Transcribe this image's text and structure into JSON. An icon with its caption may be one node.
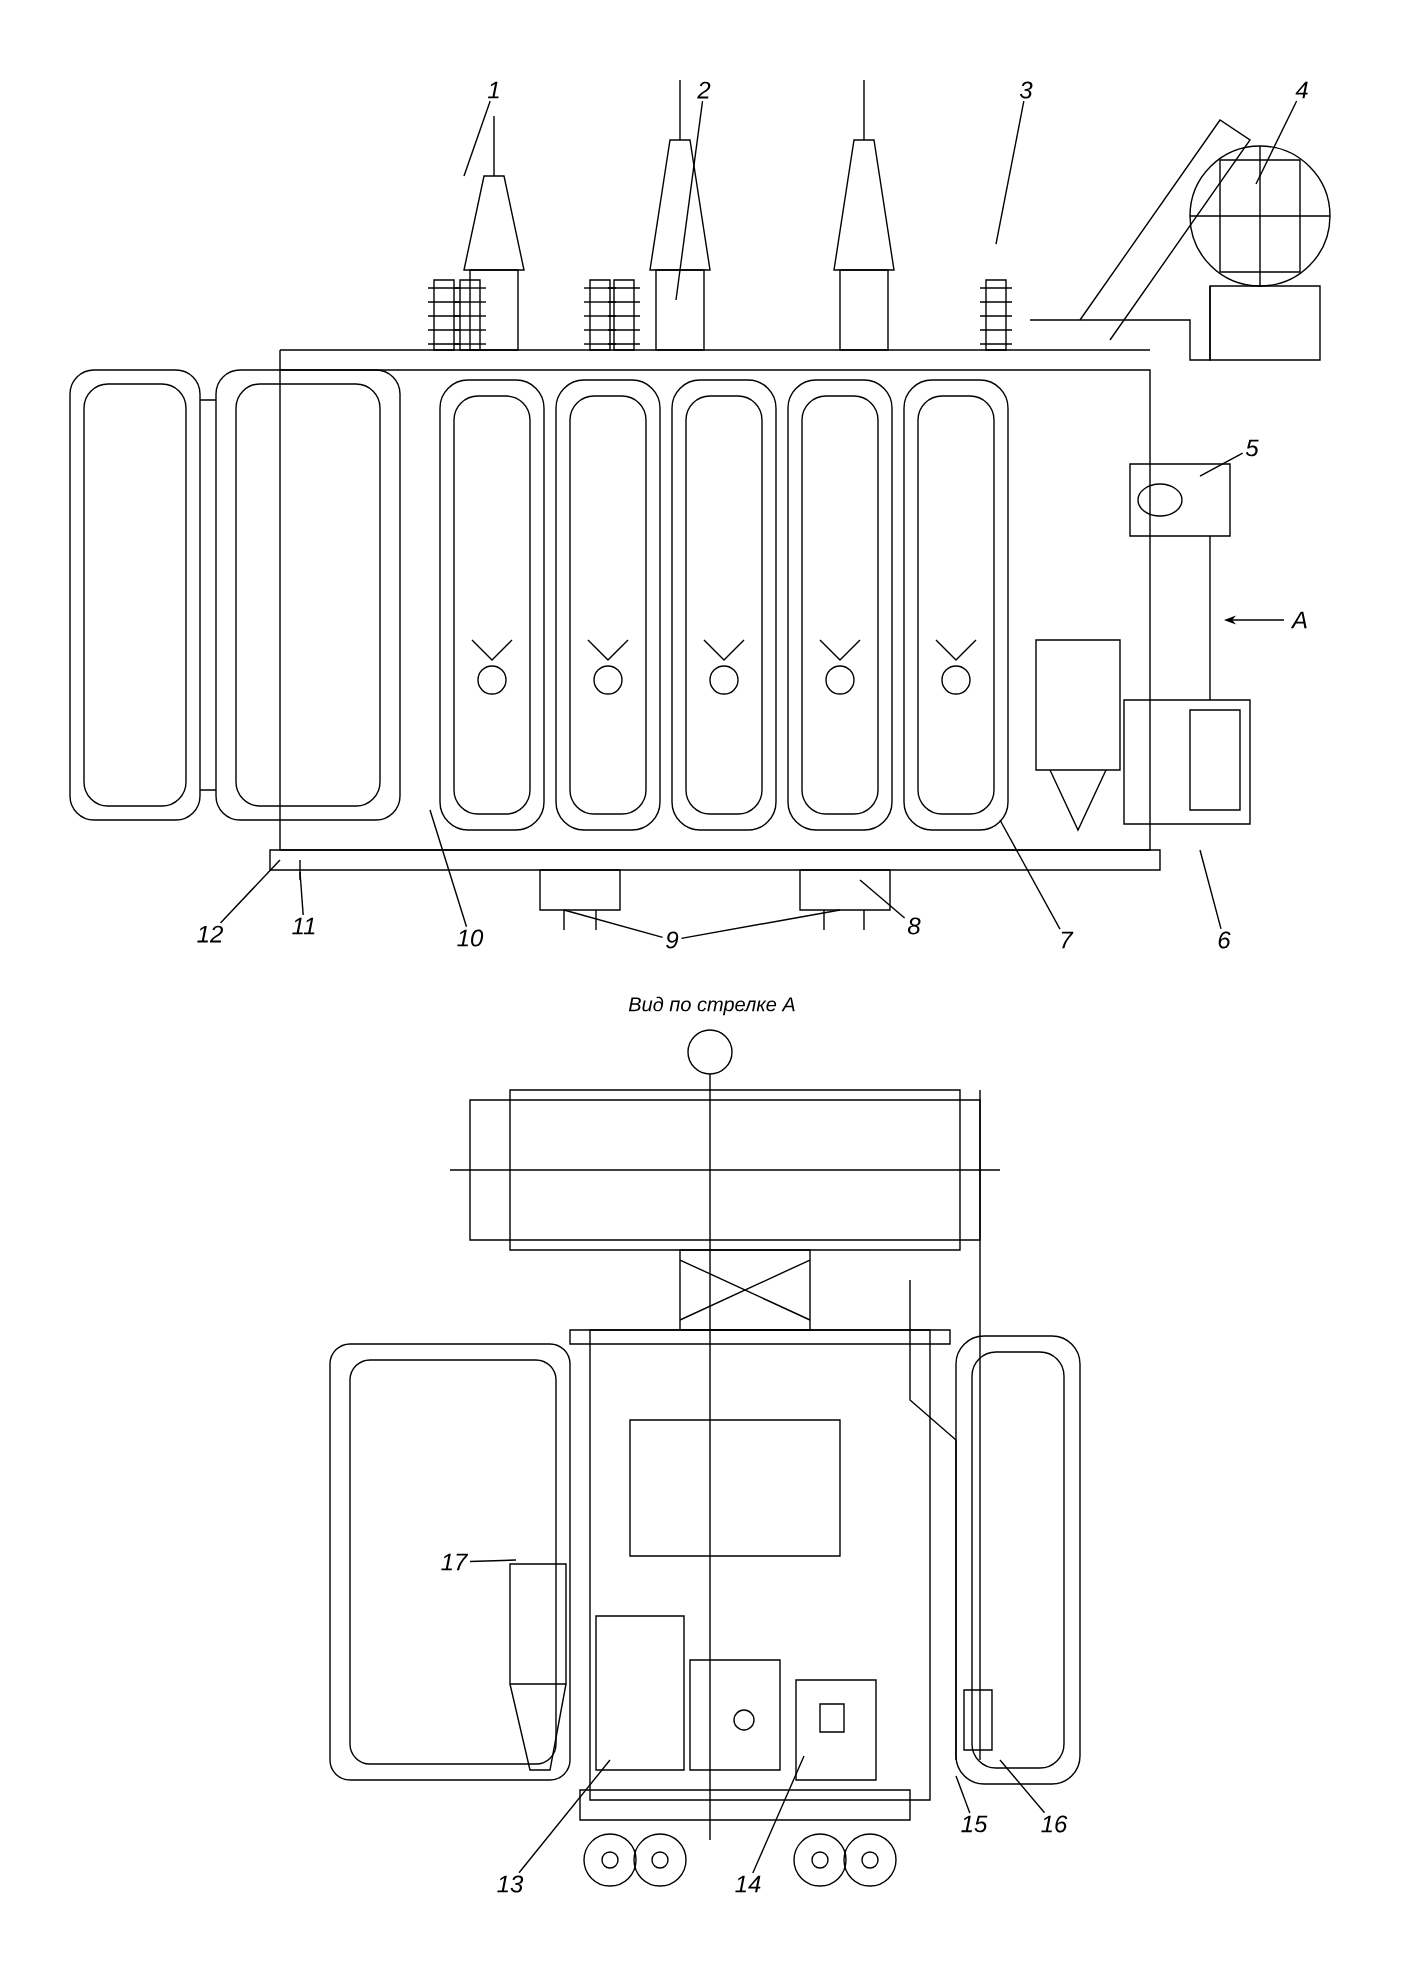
{
  "diagram": {
    "nodes": [
      {
        "text": [
          "1"
        ]
      },
      {
        "text": [
          "2"
        ]
      },
      {
        "text": [
          "3"
        ]
      },
      {
        "text": [
          "4"
        ]
      },
      {
        "text": [
          "5"
        ]
      },
      {
        "text": [
          "6"
        ]
      },
      {
        "text": [
          "7"
        ]
      },
      {
        "text": [
          "8"
        ]
      },
      {
        "text": [
          "9"
        ]
      },
      {
        "text": [
          "10"
        ]
      },
      {
        "text": [
          "11"
        ]
      },
      {
        "text": [
          "12"
        ]
      },
      {
        "text": [
          "13"
        ]
      },
      {
        "text": [
          "14"
        ]
      },
      {
        "text": [
          "15"
        ]
      },
      {
        "text": [
          "16"
        ]
      },
      {
        "text": [
          "17"
        ]
      }
    ],
    "edges": [
      {
        "from": 0,
        "to": null,
        "arrow": "none"
      },
      {
        "from": 1,
        "to": null,
        "arrow": "none"
      },
      {
        "from": 2,
        "to": null,
        "arrow": "none"
      },
      {
        "from": 3,
        "to": null,
        "arrow": "none"
      },
      {
        "from": 4,
        "to": null,
        "arrow": "none"
      },
      {
        "from": 5,
        "to": null,
        "arrow": "none"
      },
      {
        "from": 6,
        "to": null,
        "arrow": "none"
      },
      {
        "from": 7,
        "to": null,
        "arrow": "none"
      },
      {
        "from": 8,
        "to": null,
        "arrow": "none"
      },
      {
        "from": 8,
        "to": null,
        "arrow": "none"
      },
      {
        "from": 9,
        "to": null,
        "arrow": "none"
      },
      {
        "from": 10,
        "to": null,
        "arrow": "none"
      },
      {
        "from": 11,
        "to": null,
        "arrow": "none"
      },
      {
        "from": 12,
        "to": null,
        "arrow": "none"
      },
      {
        "from": 13,
        "to": null,
        "arrow": "none"
      },
      {
        "from": 14,
        "to": null,
        "arrow": "none"
      },
      {
        "from": 15,
        "to": null,
        "arrow": "none"
      },
      {
        "from": 16,
        "to": null,
        "arrow": "none"
      }
    ],
    "labels": [
      "А",
      "Вид по стрелке А"
    ]
  }
}
